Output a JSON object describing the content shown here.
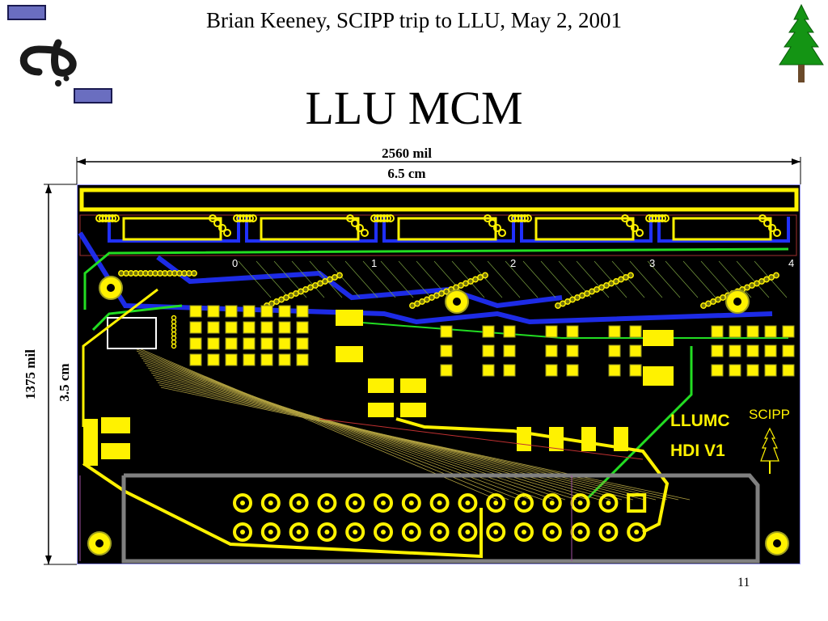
{
  "slide": {
    "header": "Brian Keeney, SCIPP trip to LLU, May 2, 2001",
    "title": "LLU MCM",
    "page_number": "11"
  },
  "dimensions": {
    "width_mil": "2560 mil",
    "width_cm": "6.5 cm",
    "height_mil": "1375 mil",
    "height_cm": "3.5 cm"
  },
  "board": {
    "label_name": "LLUMC",
    "label_version": "HDI V1",
    "label_group": "SCIPP",
    "colors": {
      "substrate": "#000000",
      "pad": "#fff200",
      "trace_green": "#22dd22",
      "trace_blue": "#2030ff",
      "trace_gray": "#808080"
    }
  }
}
